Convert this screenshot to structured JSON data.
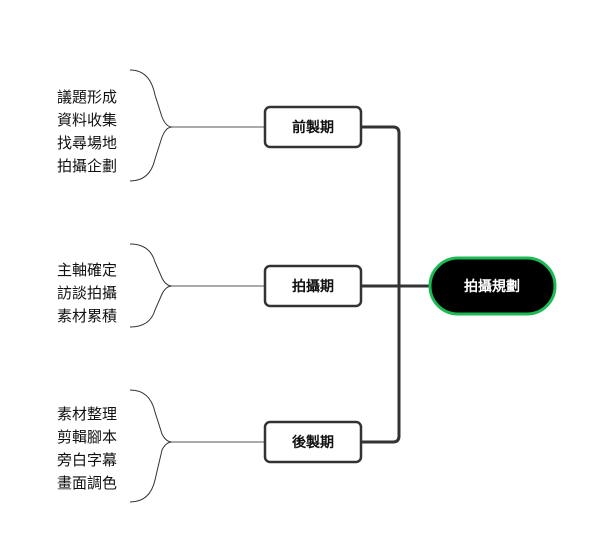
{
  "root": {
    "label": "拍攝規劃",
    "fill_color": "#000000",
    "border_color": "#1db954",
    "text_color": "#ffffff"
  },
  "branches": [
    {
      "label": "前製期",
      "items": [
        "議題形成",
        "資料收集",
        "找尋場地",
        "拍攝企劃"
      ]
    },
    {
      "label": "拍攝期",
      "items": [
        "主軸確定",
        "訪談拍攝",
        "素材累積"
      ]
    },
    {
      "label": "後製期",
      "items": [
        "素材整理",
        "剪輯腳本",
        "旁白字幕",
        "畫面調色"
      ]
    }
  ],
  "colors": {
    "connector": "#333333",
    "node_border": "#333333",
    "node_fill": "#ffffff",
    "bracket": "#333333"
  }
}
